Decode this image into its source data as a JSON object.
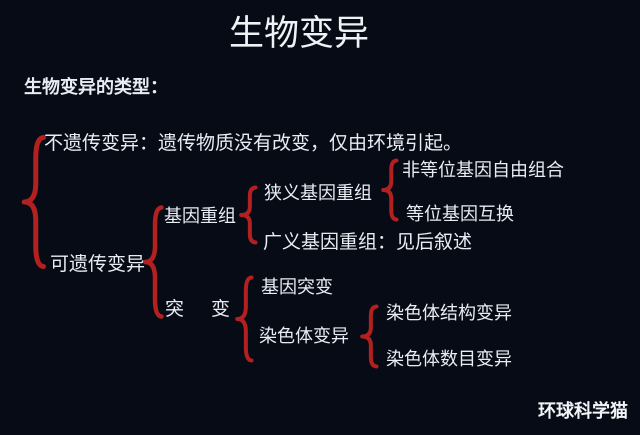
{
  "page": {
    "title": "生物变异",
    "section_heading": "生物变异的类型：",
    "watermark": "环球科学猫"
  },
  "diagram": {
    "non_heritable": "不遗传变异：遗传物质没有改变，仅由环境引起。",
    "heritable": "可遗传变异",
    "gene_recombination": "基因重组",
    "narrow_recombination": "狭义基因重组",
    "broad_recombination": "广义基因重组：见后叙述",
    "non_allele_free_combination": "非等位基因自由组合",
    "allele_exchange": "等位基因互换",
    "mutation": "突　变",
    "gene_mutation": "基因突变",
    "chromosome_variation": "染色体变异",
    "chromosome_structure_variation": "染色体结构变异",
    "chromosome_number_variation": "染色体数目变异"
  },
  "colors": {
    "background": "#070b15",
    "text": "#e9ecf2",
    "brace_red": "#b32020"
  }
}
